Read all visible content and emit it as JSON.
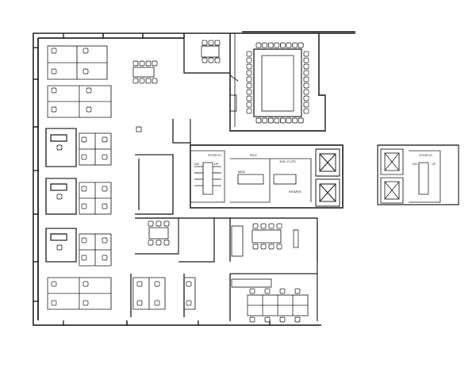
{
  "labels": {
    "stair_left": "STAIR #1",
    "stair_right": "STAIR #1",
    "dn_left": "DN",
    "up_left": "UP",
    "dn_right": "DN",
    "up_right": "UP",
    "tele": "TELE",
    "jan_closet": "JAN. CLOS.",
    "men": "MEN",
    "women": "WOMEN"
  },
  "colors": {
    "ink": "#111111",
    "background": "#ffffff"
  }
}
